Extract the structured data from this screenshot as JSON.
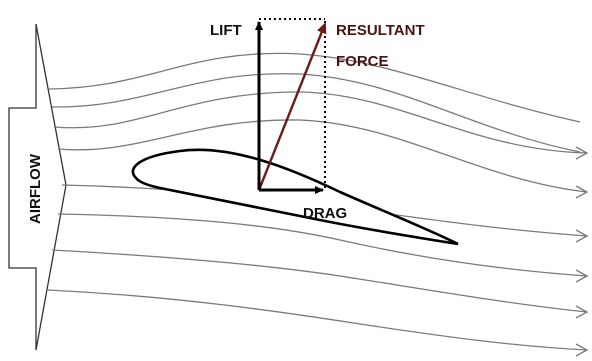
{
  "labels": {
    "lift": "LIFT",
    "drag": "DRAG",
    "resultant_line1": "RESULTANT",
    "resultant_line2": "FORCE",
    "airflow": "AIRFLOW"
  },
  "colors": {
    "background": "#ffffff",
    "streamlines": "#7a7a7a",
    "airfoil": "#000000",
    "lift_vector": "#000000",
    "drag_vector": "#000000",
    "resultant_vector": "#6b1a1a",
    "resultant_label": "#4a1212",
    "airflow_arrow_outline": "#333333"
  }
}
